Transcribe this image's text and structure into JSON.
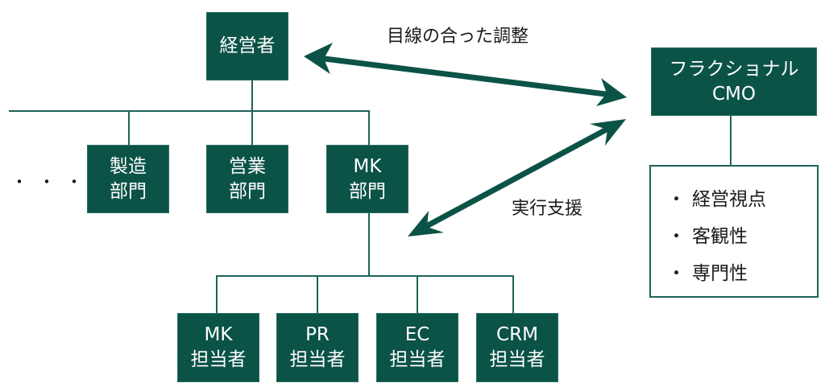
{
  "colors": {
    "box_fill": "#0b5346",
    "line": "#1e6458",
    "arrow": "#0b5346"
  },
  "top": {
    "line1": "経営者"
  },
  "departments": [
    {
      "line1": "製造",
      "line2": "部門"
    },
    {
      "line1": "営業",
      "line2": "部門"
    },
    {
      "line1": "MK",
      "line2": "部門"
    }
  ],
  "ellipsis": "・・・",
  "staff": [
    {
      "line1": "MK",
      "line2": "担当者"
    },
    {
      "line1": "PR",
      "line2": "担当者"
    },
    {
      "line1": "EC",
      "line2": "担当者"
    },
    {
      "line1": "CRM",
      "line2": "担当者"
    }
  ],
  "cmo": {
    "line1": "フラクショナル",
    "line2": "CMO"
  },
  "cmo_points": {
    "bullet": "・",
    "items": [
      "経営視点",
      "客観性",
      "専門性"
    ]
  },
  "arrows": {
    "upper_label": "目線の合った調整",
    "lower_label": "実行支援"
  }
}
